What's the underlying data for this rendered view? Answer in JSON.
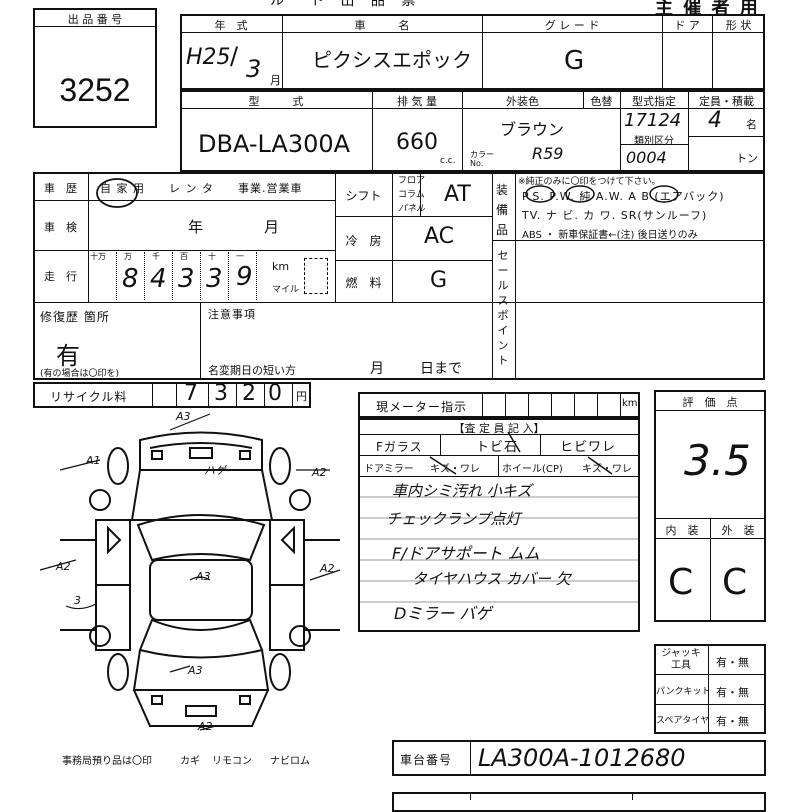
{
  "header": {
    "lot_no_label": "出 品 番 号",
    "lot_no": "3252",
    "top_banner": "主 催 者 用",
    "cut_title": "ルート 出 品 票"
  },
  "row1": {
    "year_label": "年　式",
    "car_name_label": "車　　　名",
    "grade_label": "グ レ ー ド",
    "door_label": "ド ア",
    "shape_label": "形 状",
    "year_era": "H25",
    "year_month": "3",
    "year_unit": "月",
    "car_name": "ピクシスエポック",
    "grade": "G"
  },
  "row2": {
    "model_label": "型　　　式",
    "displacement_label": "排 気 量",
    "exterior_color_label": "外装色",
    "color_no_label": "色替",
    "type_designation_label": "型式指定",
    "capacity_label": "定員・積載",
    "model": "DBA-LA300A",
    "displacement": "660",
    "cc_unit": "c.c.",
    "exterior_color": "ブラウン",
    "color_caption": "カラー No.",
    "color_code": "R59",
    "type_designation": "17124",
    "category_label": "類別区分",
    "category": "0004",
    "capacity": "4",
    "capacity_unit": "名",
    "ton_unit": "トン"
  },
  "history": {
    "history_label": "車　歴",
    "history_options": "自 家 用　　レ ン タ　　事業.営業車",
    "inspection_label": "車　検",
    "inspection_year": "年",
    "inspection_month": "月",
    "mileage_label": "走　行",
    "digit_units": [
      "十万",
      "万",
      "千",
      "百",
      "十",
      "一"
    ],
    "mileage_digits": [
      "8",
      "4",
      "3",
      "3",
      "9"
    ],
    "km_label": "km",
    "mile_label": "マイル",
    "shift_label": "シフト",
    "shift_options": [
      "フロア",
      "コラム",
      "パネル"
    ],
    "shift": "AT",
    "ac_label": "冷　房",
    "ac": "AC",
    "fuel_label": "燃　料",
    "fuel": "G"
  },
  "equipment": {
    "label": "装 備 品",
    "note": "※純正のみに〇印をつけて下さい。",
    "line1": "P.S.  P.W.  純 A.W.  A B (エアバック)",
    "line2": "TV. ナ ビ. カ ワ. SR(サンルーフ)",
    "line3": "ABS  ・ 新車保証書←(注) 後日送りのみ"
  },
  "sale_points_label": "セールスポイント",
  "repair": {
    "label": "修復歴 箇所",
    "value": "有",
    "note": "(有の場合は〇印を)"
  },
  "notes": {
    "label": "注意事項",
    "name_change_label": "名変期日の短い方",
    "month": "月",
    "day": "日まで"
  },
  "recycle": {
    "label": "リサイクル料",
    "digits": [
      "7",
      "3",
      "2",
      "0"
    ],
    "unit": "円"
  },
  "meter": {
    "label": "現メーター指示",
    "unit": "km"
  },
  "inspector": {
    "header": "【査 定 員 記 入】",
    "glass_label": "Fガラス",
    "glass_tobi": "トビ石",
    "glass_crack": "ヒビワレ",
    "mirror_label": "ドアミラー",
    "mirror_value": "キズ・ワレ",
    "wheel_label": "ホイール(CP)",
    "wheel_value": "キズ・ワレ",
    "notes": [
      "車内シミ汚れ 小キズ",
      "チェックランプ点灯",
      "F/ドアサポート ムム",
      "タイヤハウス カバー 欠",
      "Dミラー バゲ"
    ]
  },
  "scores": {
    "label": "評　価　点",
    "score": "3.5",
    "interior_label": "内　装",
    "exterior_label": "外　装",
    "interior": "C",
    "exterior": "C"
  },
  "tools": [
    {
      "label": "ジャッキ 工具",
      "value": "有・無"
    },
    {
      "label": "パンクキット",
      "value": "有・無"
    },
    {
      "label": "スペアタイヤ",
      "value": "有・無"
    }
  ],
  "chassis": {
    "label": "車台番号",
    "value": "LA300A-1012680"
  },
  "diagram": {
    "marks": [
      "A3",
      "A1",
      "A2",
      "A2",
      "A2",
      "3",
      "A3",
      "A3",
      "ハゲ",
      "A2"
    ]
  },
  "footer": {
    "office_items": "事務局預り品は〇印",
    "key": "カギ",
    "remote": "リモコン",
    "navi": "ナビロム"
  }
}
